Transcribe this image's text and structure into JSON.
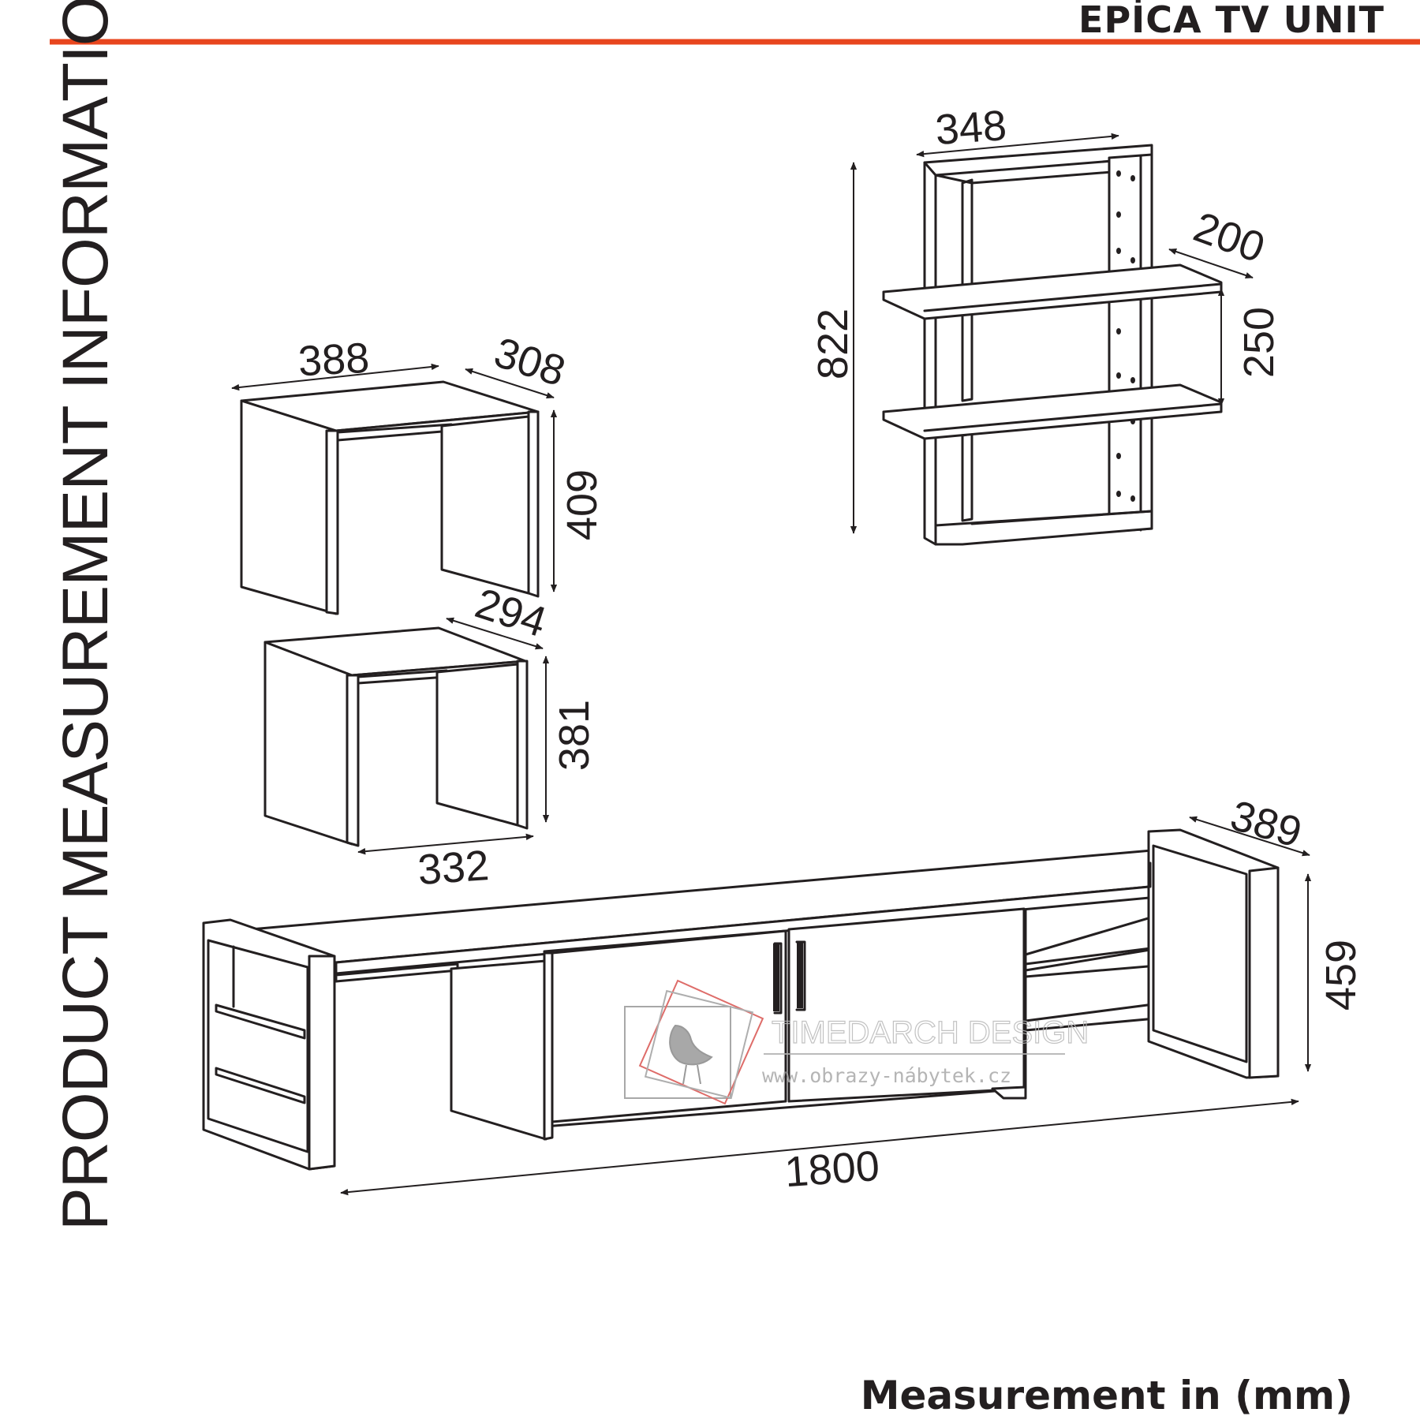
{
  "header": {
    "title": "EPİCA TV UNIT",
    "accent_color": "#e8461e"
  },
  "side_title": "PRODUCT MEASUREMENT INFORMATION",
  "footer": {
    "unit_note": "Measurement in (mm)"
  },
  "dimensions": {
    "wall_shelf": {
      "width": "348",
      "depth": "200",
      "height": "822",
      "shelf_gap": "250"
    },
    "large_table": {
      "width": "388",
      "depth": "308",
      "height": "409"
    },
    "small_table": {
      "width": "332",
      "depth": "294",
      "height": "381"
    },
    "tv_unit": {
      "width": "1800",
      "depth": "389",
      "height": "459"
    }
  },
  "watermark": {
    "brand": "TIMEDARCH DESIGN",
    "url": "www.obrazy-nábytek.cz"
  }
}
